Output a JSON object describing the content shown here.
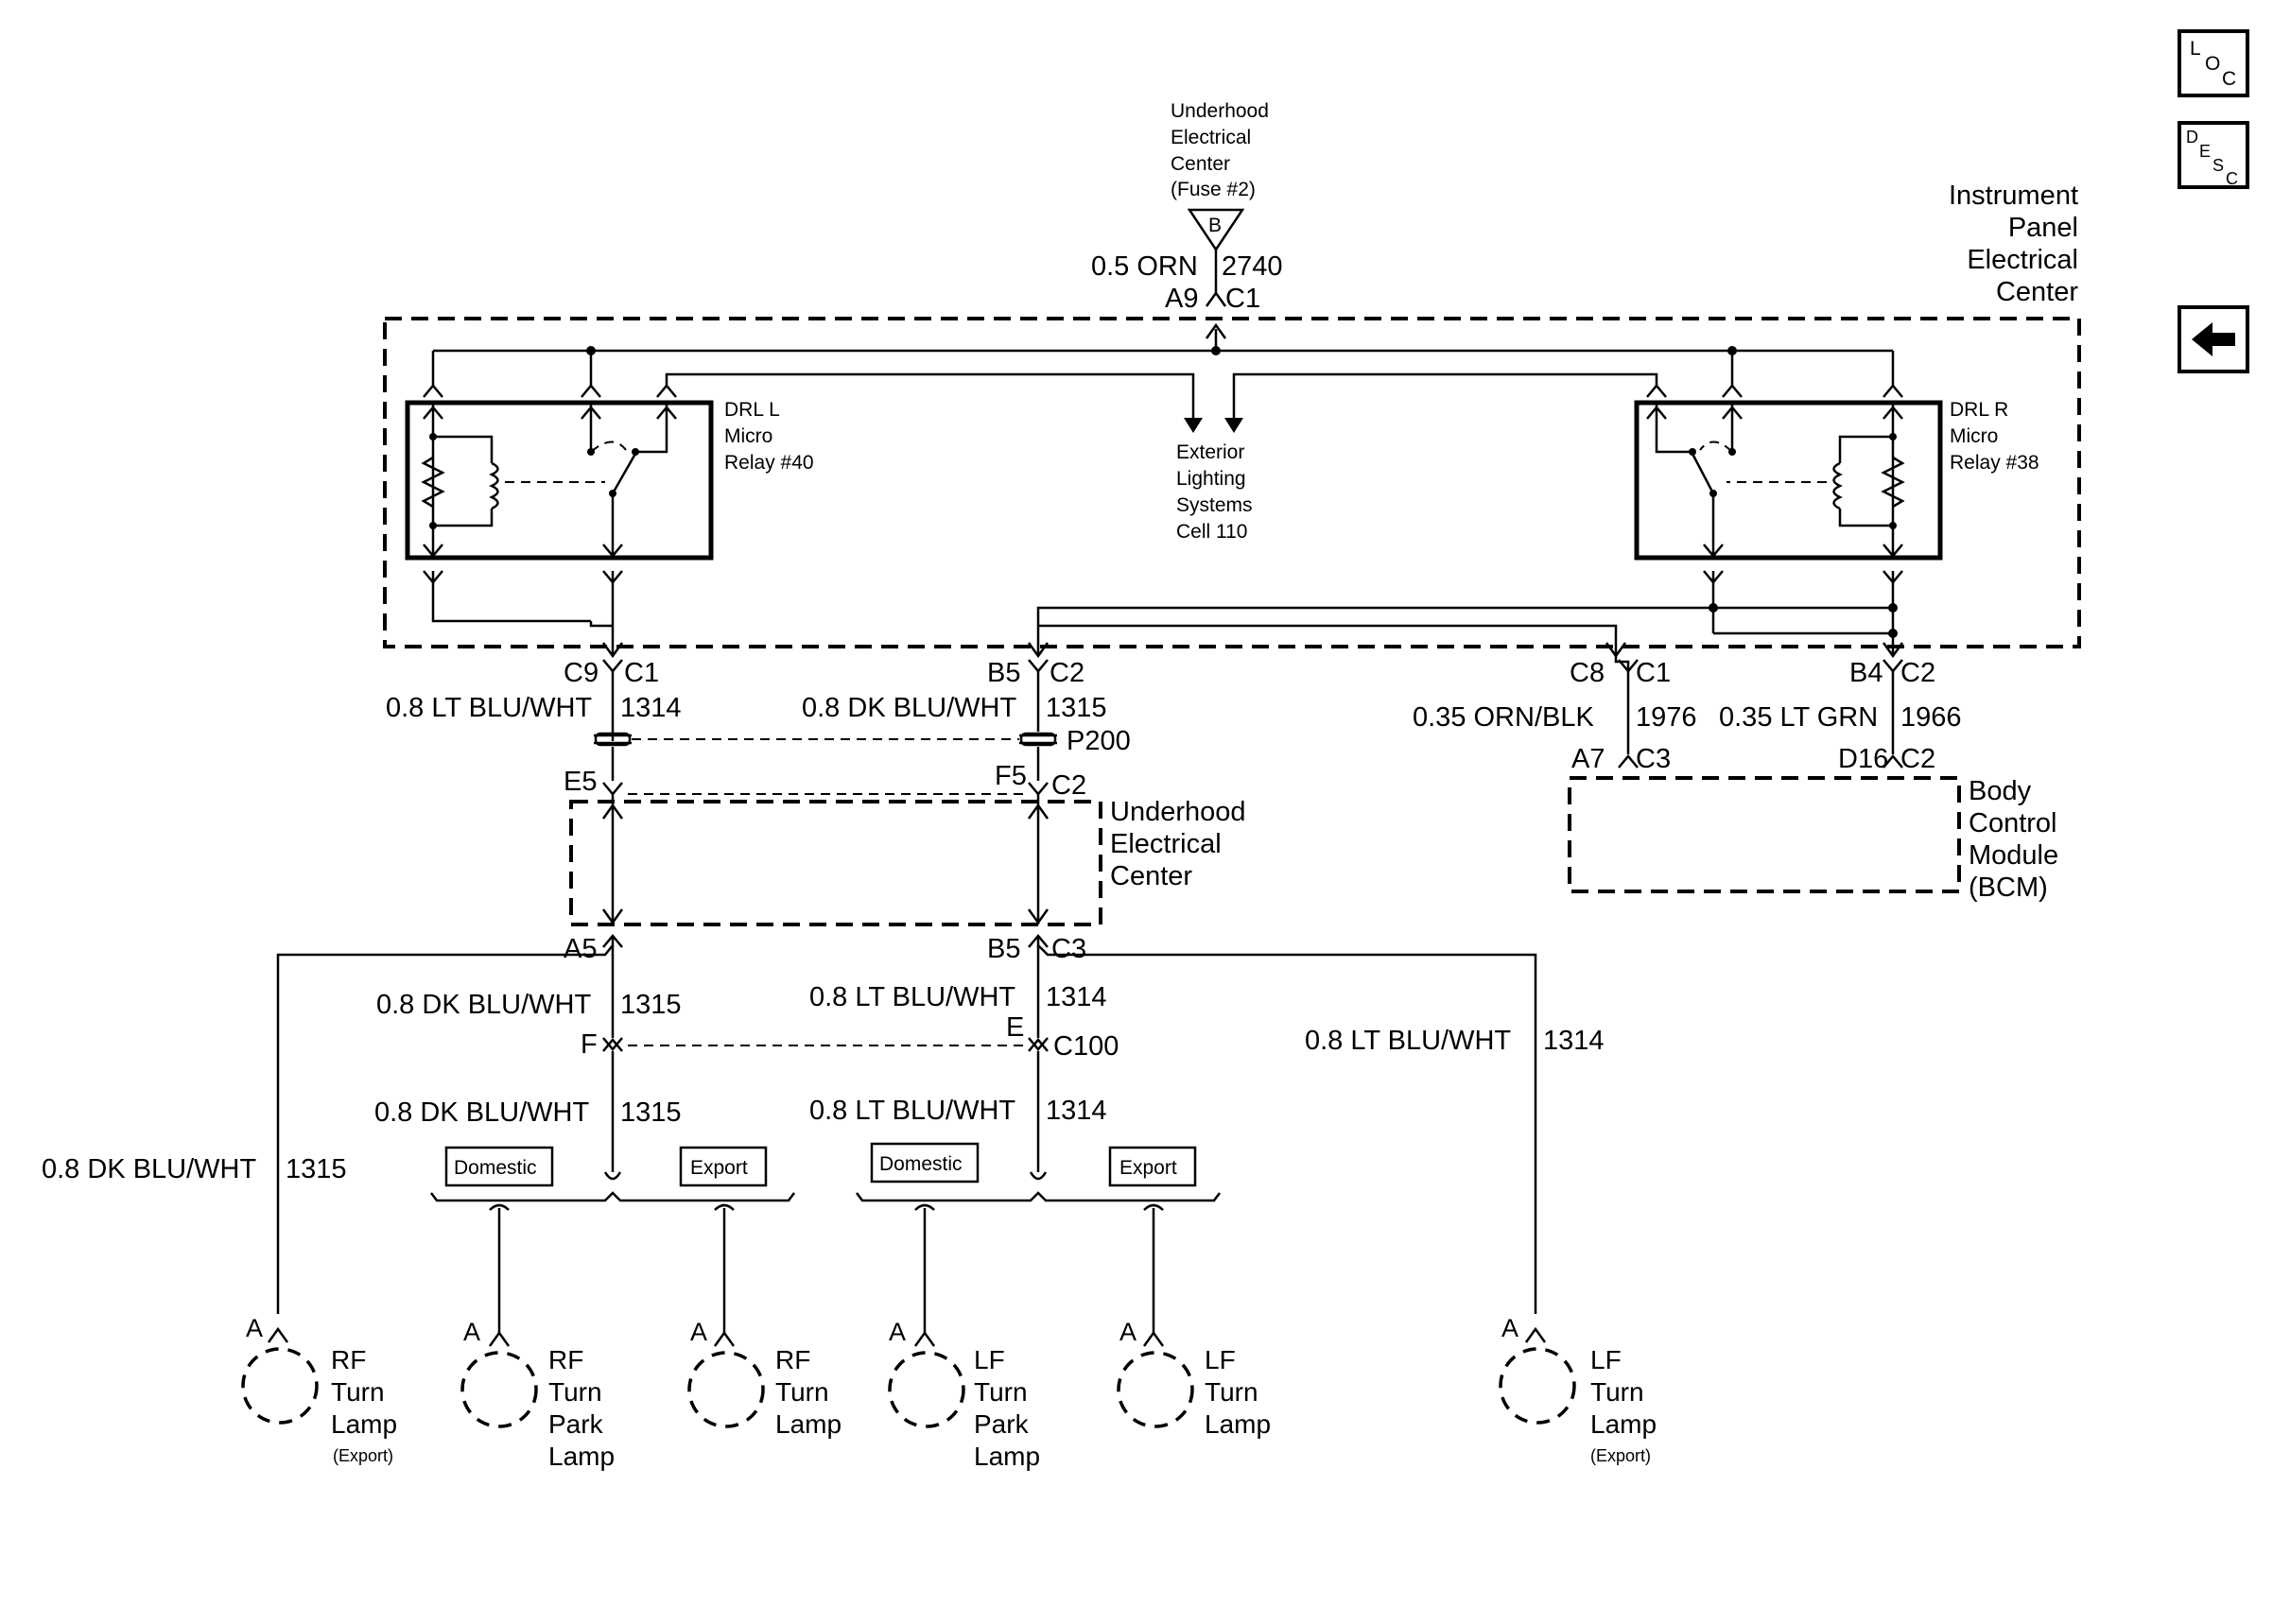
{
  "sources": {
    "underhood_fuse": [
      "Underhood",
      "Electrical",
      "Center",
      "(Fuse #2)"
    ],
    "fuse_letter": "B"
  },
  "feed": {
    "wire": "0.5 ORN",
    "circuit": "2740",
    "conn_left": "A9",
    "conn_right": "C1"
  },
  "ipec_label": [
    "Instrument",
    "Panel",
    "Electrical",
    "Center"
  ],
  "relay_left": [
    "DRL L",
    "Micro",
    "Relay #40"
  ],
  "relay_right": [
    "DRL R",
    "Micro",
    "Relay #38"
  ],
  "exterior_label": [
    "Exterior",
    "Lighting",
    "Systems",
    "Cell 110"
  ],
  "conn": {
    "c9": "C9",
    "c1a": "C1",
    "b5": "B5",
    "c2a": "C2",
    "c8": "C8",
    "c1b": "C1",
    "b4": "B4",
    "c2b": "C2",
    "p200": "P200",
    "e5": "E5",
    "f5": "F5",
    "c2c": "C2",
    "a7": "A7",
    "c3a": "C3",
    "d16": "D16",
    "c2d": "C2",
    "a5": "A5",
    "b5b": "B5",
    "c3b": "C3",
    "f": "F",
    "e": "E",
    "c100": "C100"
  },
  "wires": {
    "lt_1314": {
      "w": "0.8 LT BLU/WHT",
      "c": "1314"
    },
    "dk_1315": {
      "w": "0.8 DK BLU/WHT",
      "c": "1315"
    },
    "orn_1976": {
      "w": "0.35 ORN/BLK",
      "c": "1976"
    },
    "grn_1966": {
      "w": "0.35 LT GRN",
      "c": "1966"
    },
    "dk_1315_b": {
      "w": "0.8 DK BLU/WHT",
      "c": "1315"
    },
    "lt_1314_b": {
      "w": "0.8 LT BLU/WHT",
      "c": "1314"
    },
    "lt_1314_r": {
      "w": "0.8 LT BLU/WHT",
      "c": "1314"
    },
    "dk_1315_c": {
      "w": "0.8 DK BLU/WHT",
      "c": "1315"
    },
    "lt_1314_c": {
      "w": "0.8 LT BLU/WHT",
      "c": "1314"
    },
    "dk_1315_l": {
      "w": "0.8 DK BLU/WHT",
      "c": "1315"
    }
  },
  "uec_label": [
    "Underhood",
    "Electrical",
    "Center"
  ],
  "bcm_label": [
    "Body",
    "Control",
    "Module",
    "(BCM)"
  ],
  "options": {
    "domestic": "Domestic",
    "export": "Export"
  },
  "pin_a": "A",
  "lamps": {
    "rf_export": {
      "lines": [
        "RF",
        "Turn",
        "Lamp"
      ],
      "note": "(Export)"
    },
    "rf_park": {
      "lines": [
        "RF",
        "Turn",
        "Park",
        "Lamp"
      ]
    },
    "rf_turn": {
      "lines": [
        "RF",
        "Turn",
        "Lamp"
      ]
    },
    "lf_park": {
      "lines": [
        "LF",
        "Turn",
        "Park",
        "Lamp"
      ]
    },
    "lf_turn": {
      "lines": [
        "LF",
        "Turn",
        "Lamp"
      ]
    },
    "lf_export": {
      "lines": [
        "LF",
        "Turn",
        "Lamp"
      ],
      "note": "(Export)"
    }
  },
  "nav": {
    "loc": {
      "l": "L",
      "o": "O",
      "c": "C"
    },
    "desc": {
      "d": "D",
      "e": "E",
      "s": "S",
      "c": "C"
    },
    "back_icon": "left-arrow-icon"
  }
}
